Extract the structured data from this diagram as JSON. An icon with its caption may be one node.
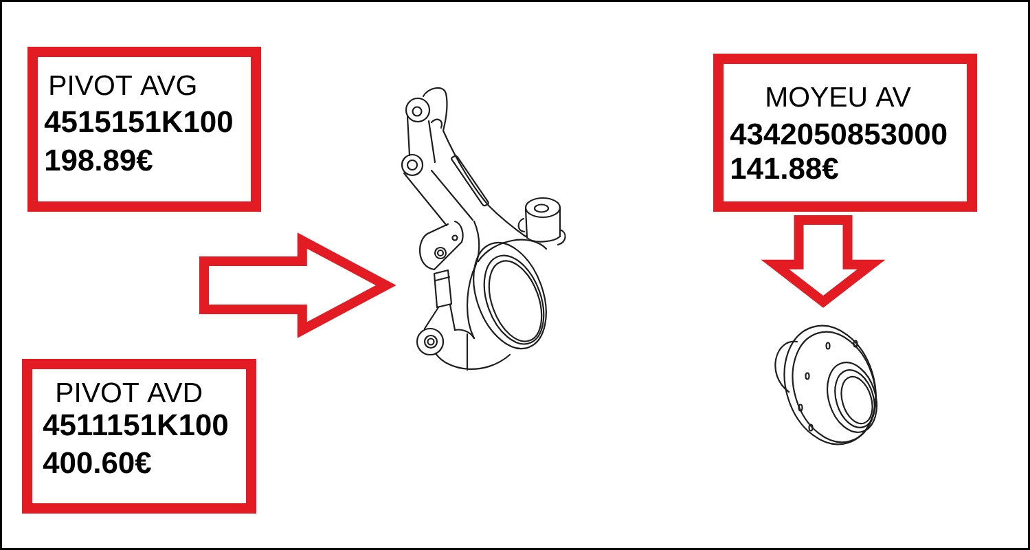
{
  "diagram": {
    "nodes": [
      {
        "text": [
          "PIVOT AVG",
          "4515151K100",
          "198.89€"
        ]
      },
      {
        "text": [
          "MOYEU AV",
          "4342050853000",
          "141.88€"
        ]
      },
      {
        "text": [
          "PIVOT AVD",
          "4511151K100",
          "400.60€"
        ]
      },
      {
        "text": [],
        "shape": "picture"
      },
      {
        "text": [],
        "shape": "picture"
      }
    ],
    "edges": [
      {
        "from": null,
        "to": 3,
        "arrow": "to"
      },
      {
        "from": 1,
        "to": 4,
        "arrow": "to"
      }
    ]
  }
}
